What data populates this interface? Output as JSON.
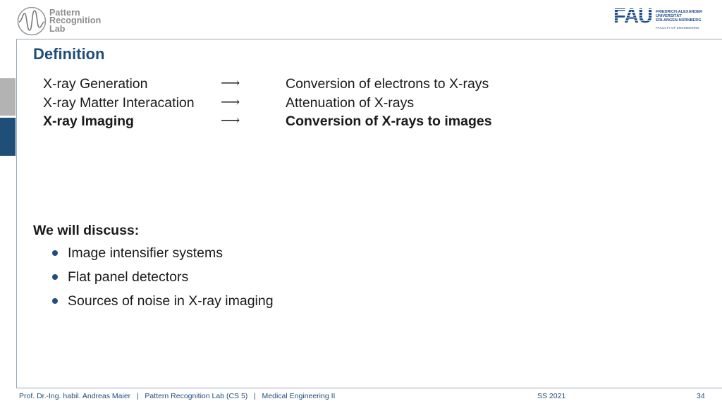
{
  "header": {
    "logo_lines": [
      "Pattern",
      "Recognition",
      "Lab"
    ],
    "fau": {
      "wordmark": "FAU",
      "name_lines": [
        "FRIEDRICH-ALEXANDER",
        "UNIVERSITÄT",
        "ERLANGEN-NÜRNBERG"
      ],
      "faculty": "FACULTY OF ENGINEERING"
    }
  },
  "slide": {
    "title": "Definition",
    "definitions": [
      {
        "term": "X-ray Generation",
        "arrow": "⟶",
        "meaning": "Conversion of electrons to X-rays",
        "bold": false
      },
      {
        "term": "X-ray Matter Interacation",
        "arrow": "⟶",
        "meaning": "Attenuation of X-rays",
        "bold": false
      },
      {
        "term": "X-ray Imaging",
        "arrow": "⟶",
        "meaning": "Conversion of X-rays to images",
        "bold": true
      }
    ],
    "discuss_heading": "We will discuss:",
    "bullets": [
      "Image intensifier systems",
      "Flat panel detectors",
      "Sources of noise in X-ray imaging"
    ]
  },
  "footer": {
    "text": "Prof. Dr.-Ing. habil. Andreas Maier   |   Pattern Recognition Lab (CS 5)   |   Medical Engineering II",
    "term": "SS 2021",
    "page": "34"
  },
  "colors": {
    "accent": "#1f4e79",
    "side_gray": "#b3b3b3"
  }
}
